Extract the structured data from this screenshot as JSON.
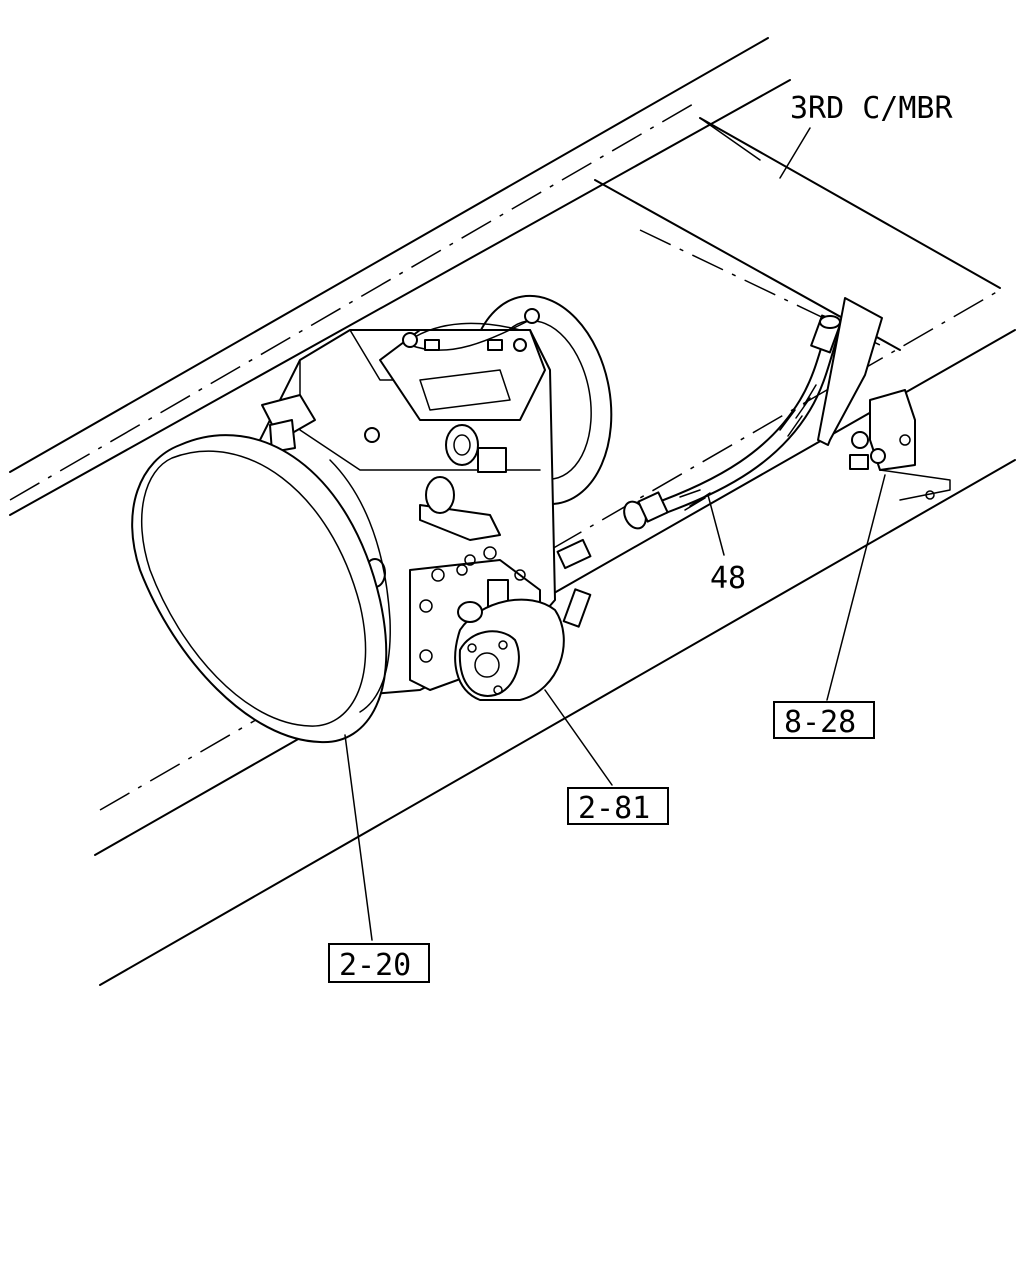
{
  "labels": {
    "crossmember": "3RD C/MBR",
    "hose_part": "48",
    "ref_transmission": "2-20",
    "ref_pto": "2-81",
    "ref_valve": "8-28"
  }
}
